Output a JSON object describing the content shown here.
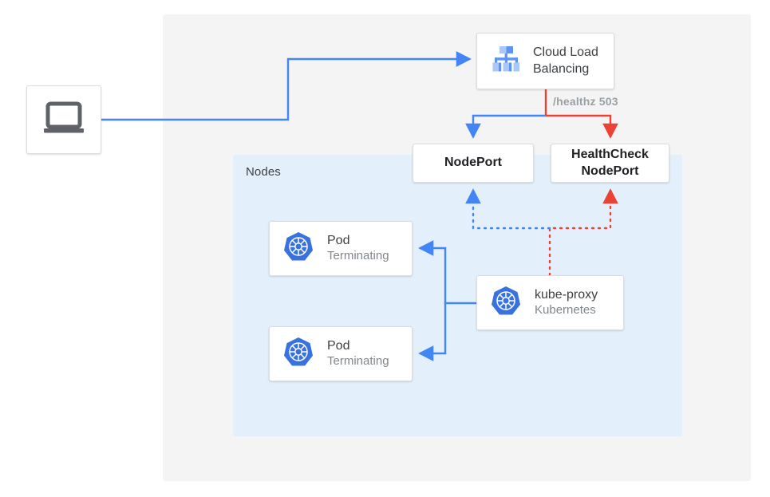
{
  "diagram": {
    "title": "Kubernetes NodePort health check failover diagram",
    "outer_panel_name": "cluster-panel",
    "nodes_panel_label": "Nodes",
    "colors": {
      "blue": "#4285f4",
      "red": "#ea4335",
      "panel_gray": "#f4f4f4",
      "panel_blue": "#e3f0fc",
      "card_white": "#ffffff",
      "text_dark": "#3c4043",
      "text_muted": "#80868b"
    }
  },
  "client": {
    "icon": "laptop-icon"
  },
  "load_balancer": {
    "icon": "cloud-load-balancing-icon",
    "line1": "Cloud Load",
    "line2": "Balancing"
  },
  "healthz": {
    "label": "/healthz 503"
  },
  "nodeport": {
    "label": "NodePort"
  },
  "healthcheck_nodeport": {
    "line1": "HealthCheck",
    "line2": "NodePort"
  },
  "pods": [
    {
      "icon": "kubernetes-icon",
      "name": "Pod",
      "status": "Terminating"
    },
    {
      "icon": "kubernetes-icon",
      "name": "Pod",
      "status": "Terminating"
    }
  ],
  "kube_proxy": {
    "icon": "kubernetes-icon",
    "name": "kube-proxy",
    "subtitle": "Kubernetes"
  }
}
